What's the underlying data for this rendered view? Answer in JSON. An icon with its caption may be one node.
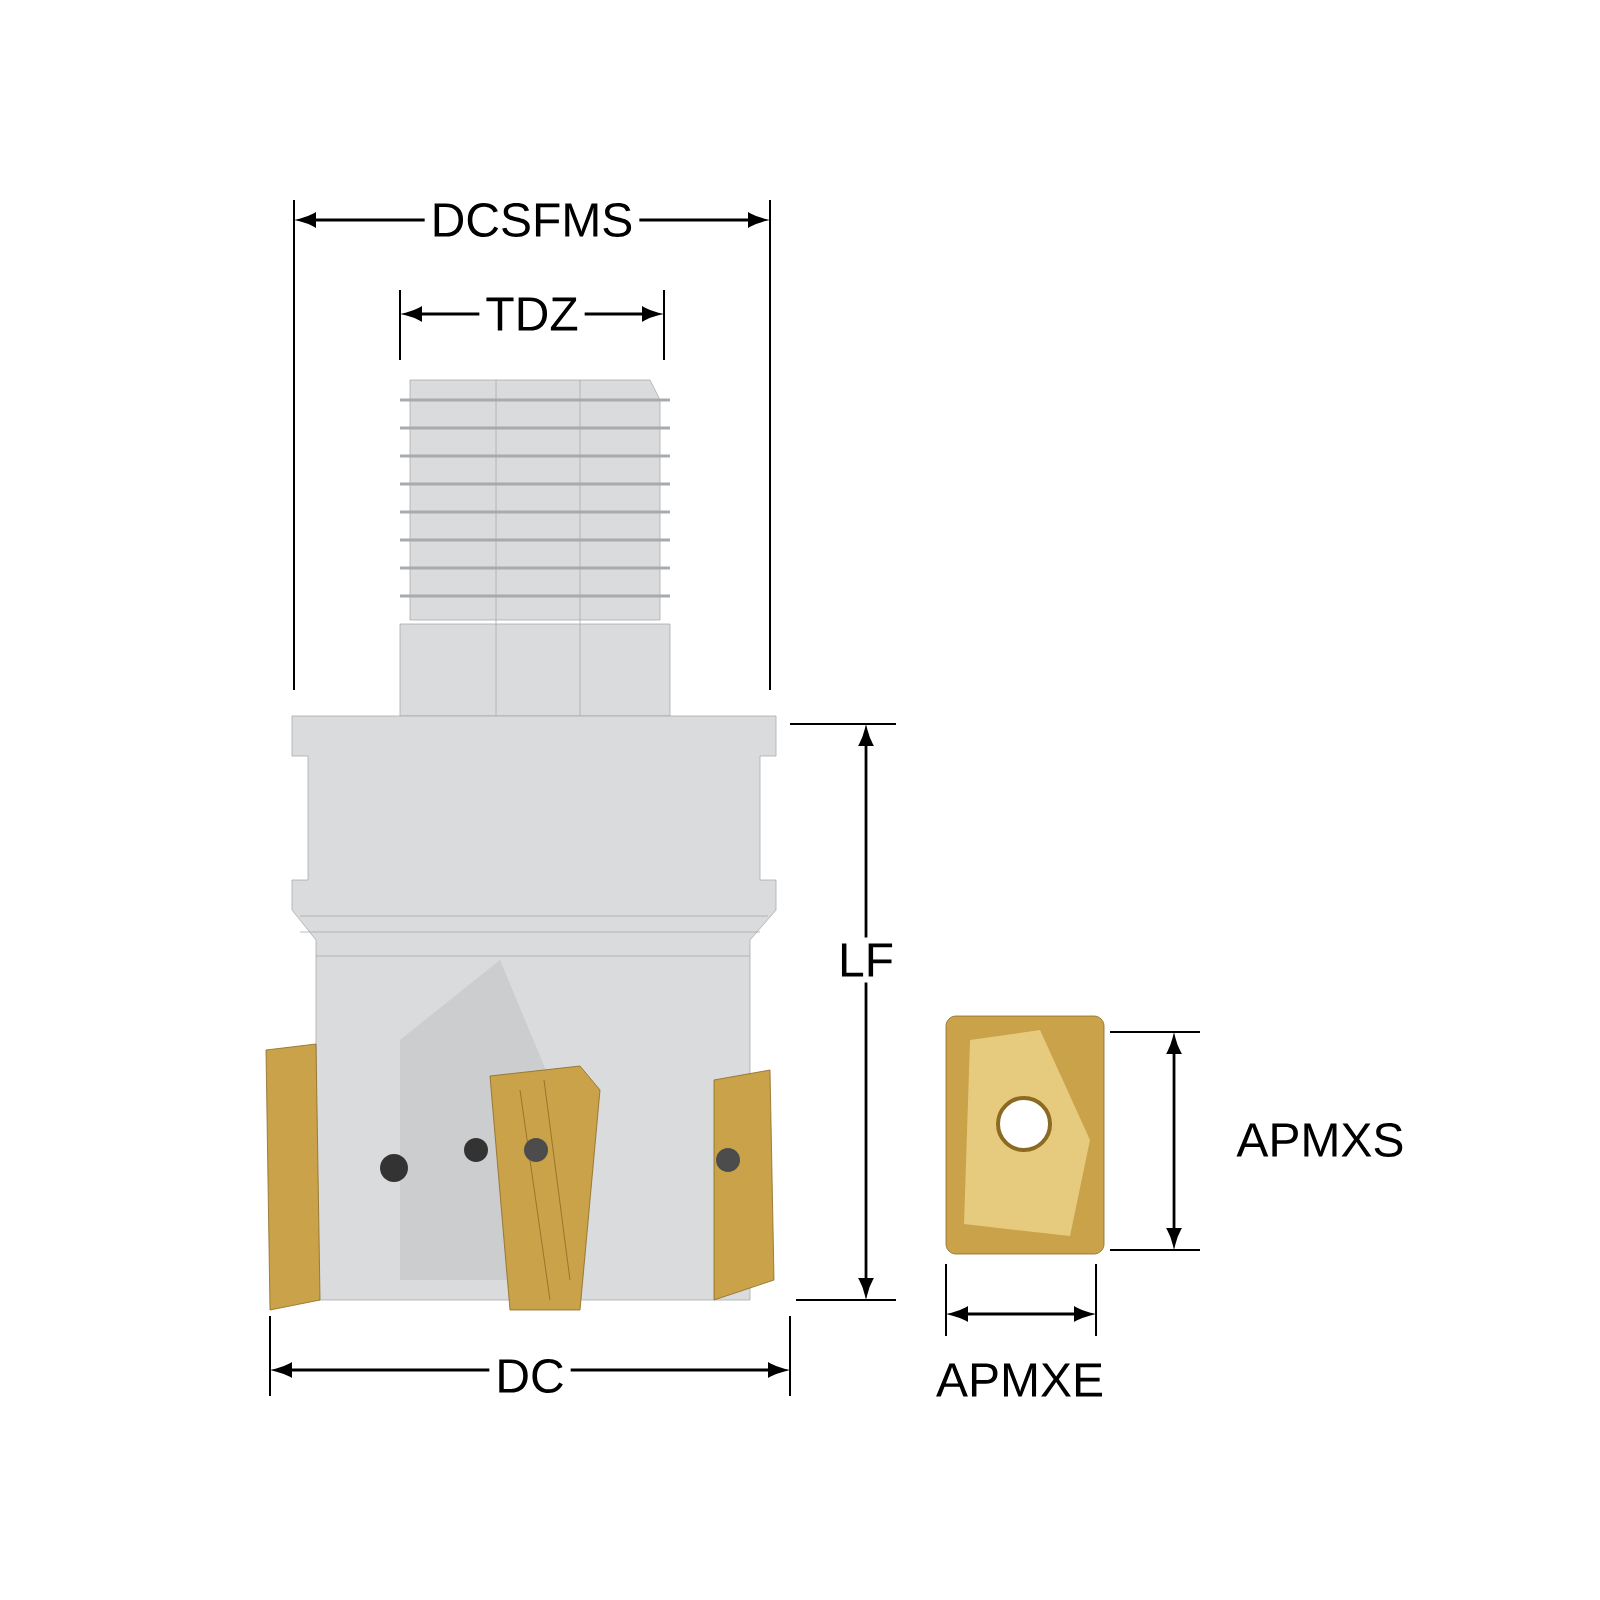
{
  "diagram": {
    "labels": [
      "DCSFMS",
      "TDZ",
      "LF",
      "APMXS",
      "DC",
      "APMXE"
    ]
  }
}
